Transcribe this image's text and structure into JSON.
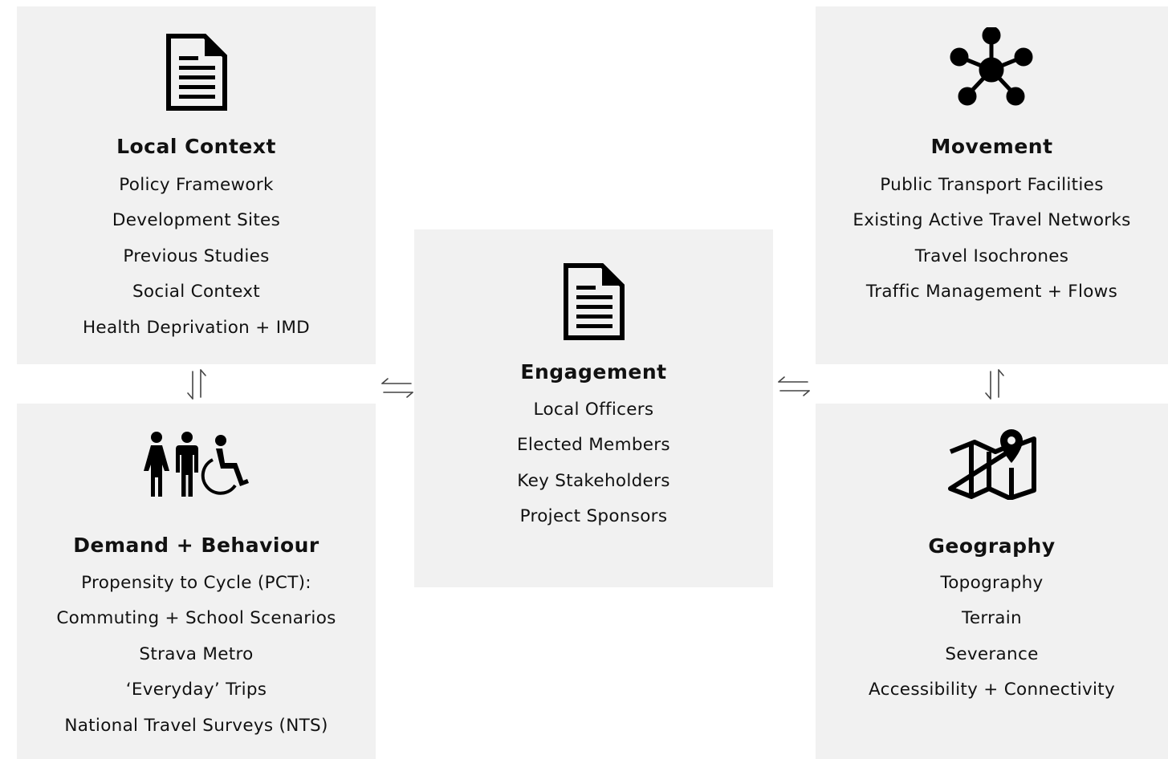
{
  "local_context": {
    "icon": "document-icon",
    "title": "Local Context",
    "items": [
      "Policy Framework",
      "Development Sites",
      "Previous Studies",
      "Social Context",
      "Health Deprivation + IMD"
    ]
  },
  "movement": {
    "icon": "network-hub-icon",
    "title": "Movement",
    "items": [
      "Public Transport Facilities",
      "Existing Active Travel Networks",
      "Travel Isochrones",
      "Traffic Management + Flows"
    ]
  },
  "engagement": {
    "icon": "document-icon",
    "title": "Engagement",
    "items": [
      "Local Officers",
      "Elected Members",
      "Key Stakeholders",
      "Project Sponsors"
    ]
  },
  "demand_behaviour": {
    "icon": "people-accessibility-icon",
    "title": "Demand + Behaviour",
    "items": [
      "Propensity to Cycle (PCT):",
      "Commuting + School Scenarios",
      "Strava Metro",
      "‘Everyday’ Trips",
      "National Travel Surveys (NTS)"
    ]
  },
  "geography": {
    "icon": "map-pin-icon",
    "title": "Geography",
    "items": [
      "Topography",
      "Terrain",
      "Severance",
      "Accessibility + Connectivity"
    ]
  },
  "colors": {
    "box_background": "#f1f1f1",
    "text": "#111111",
    "arrow": "#444444"
  }
}
